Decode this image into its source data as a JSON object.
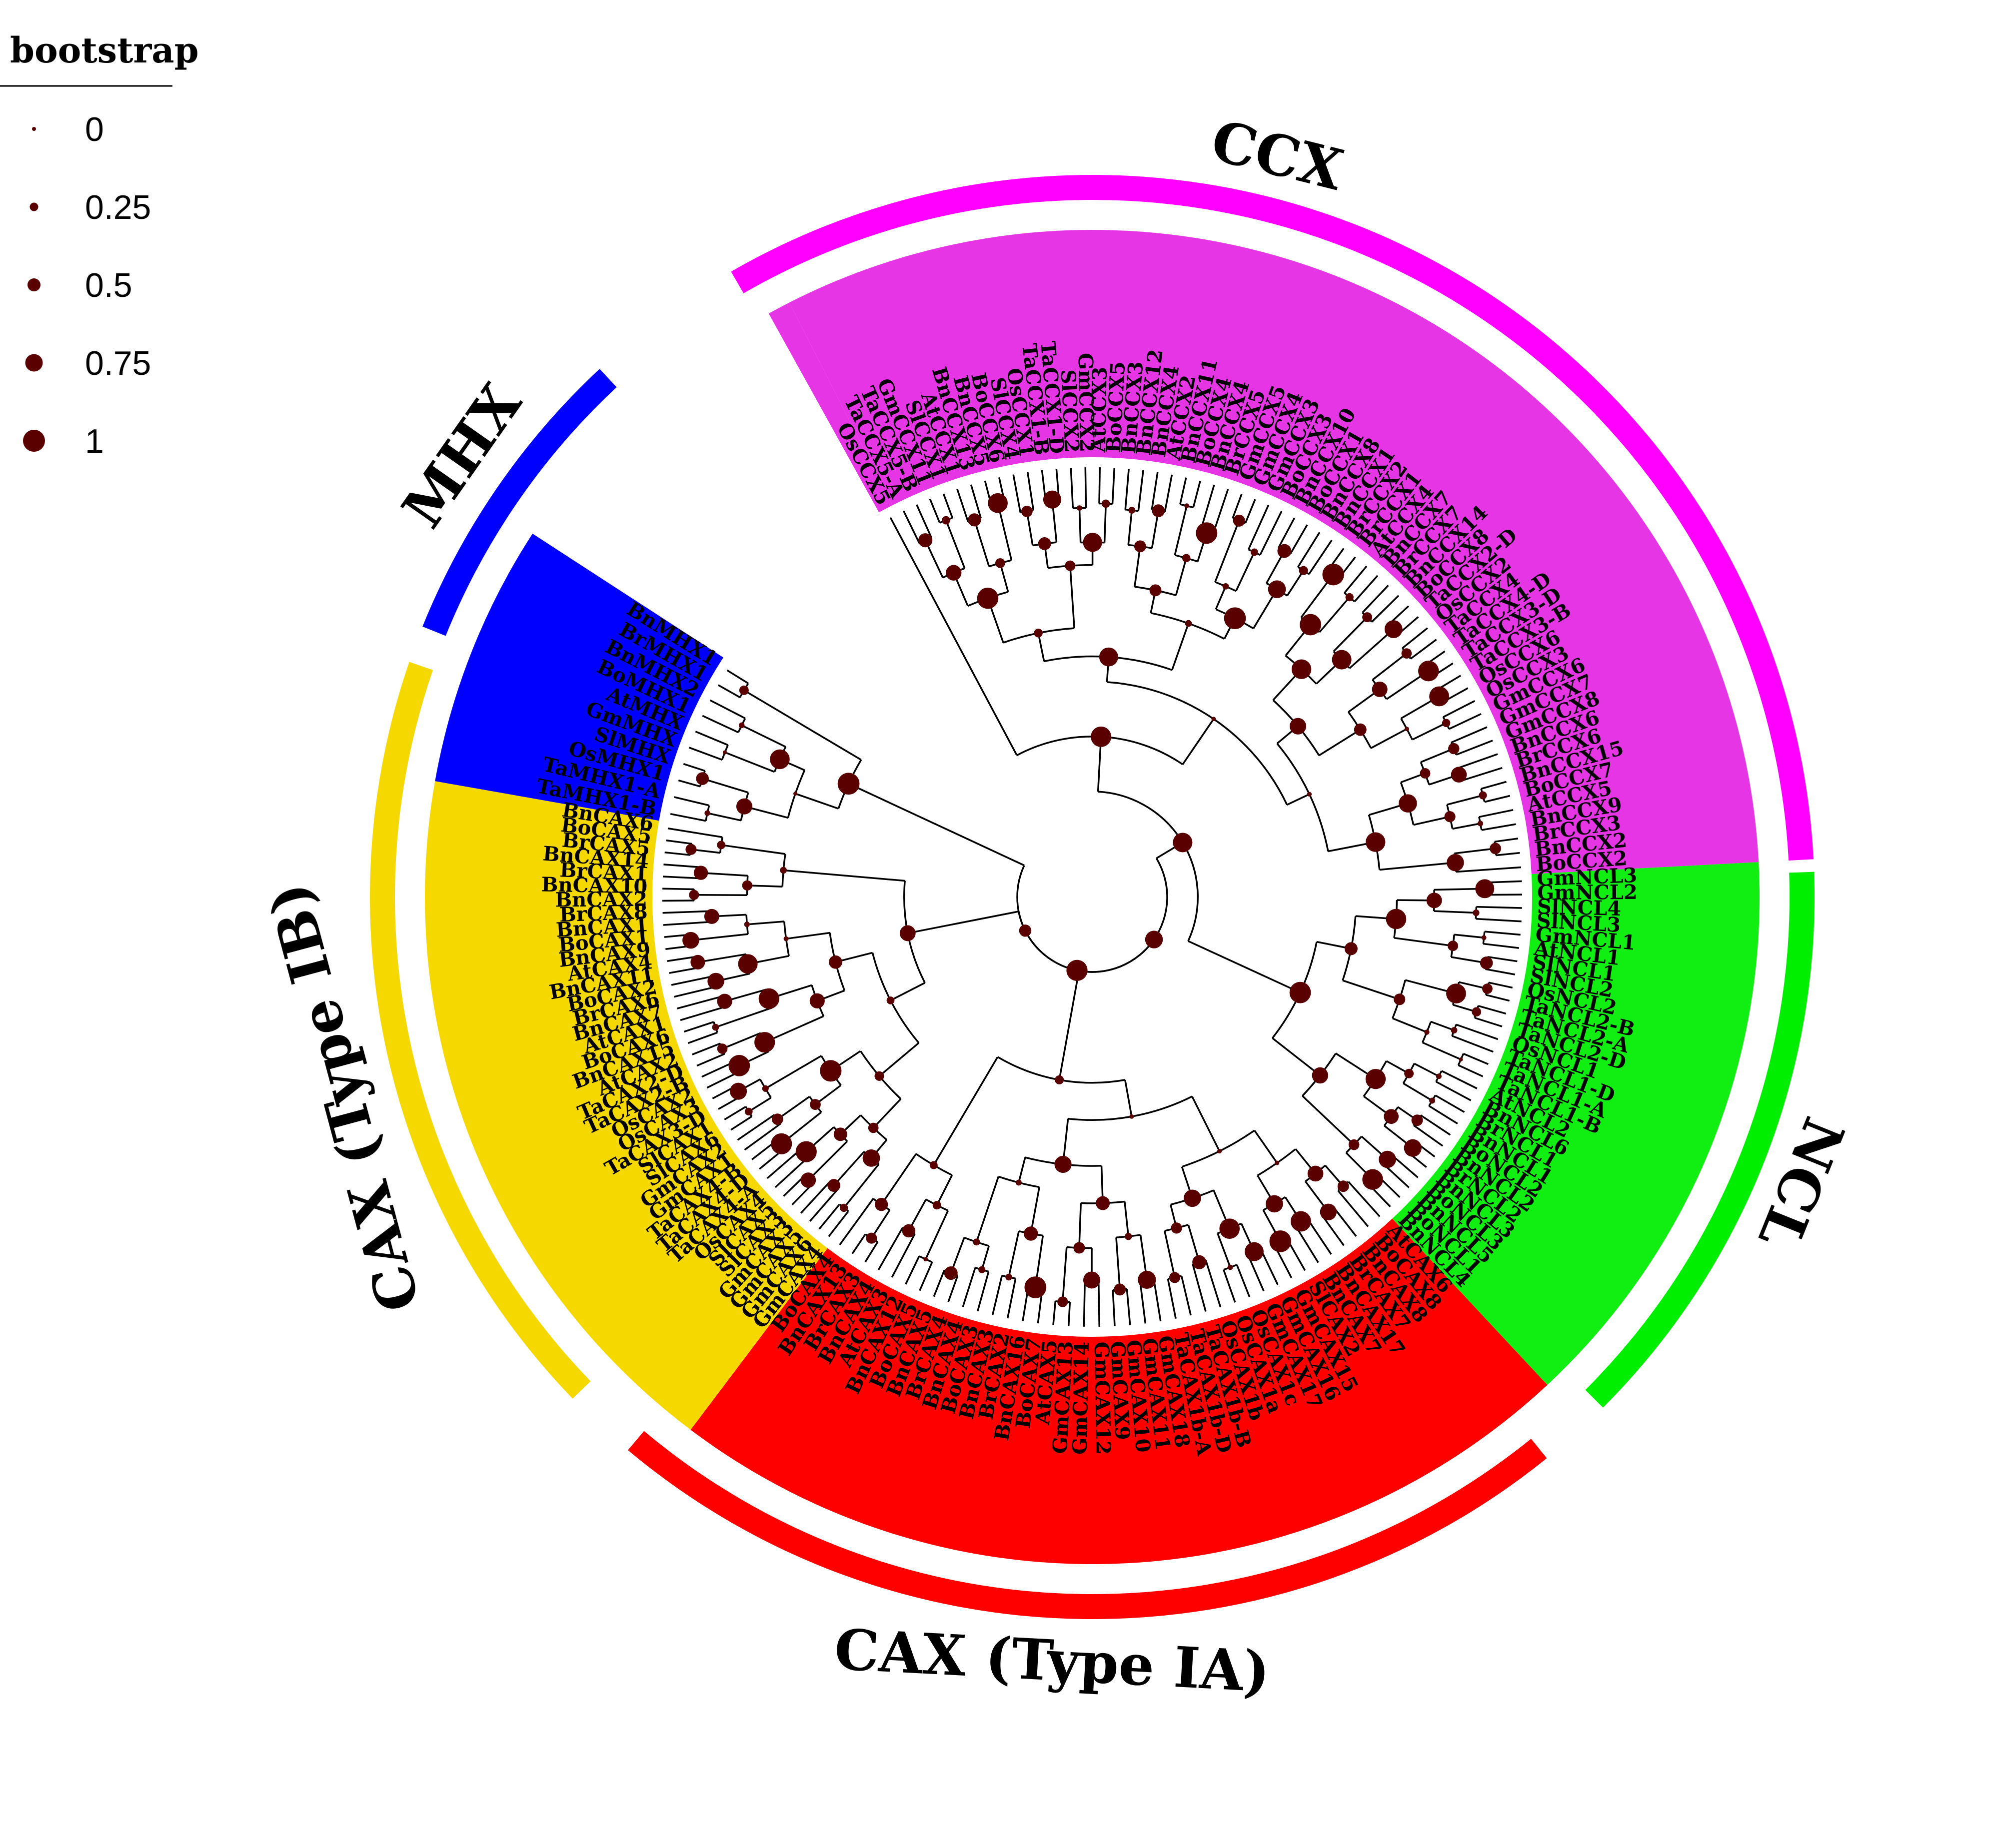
{
  "legend": {
    "title": "bootstrap",
    "items": [
      {
        "label": "0",
        "value": 0
      },
      {
        "label": "0.25",
        "value": 0.25
      },
      {
        "label": "0.5",
        "value": 0.5
      },
      {
        "label": "0.75",
        "value": 0.75
      },
      {
        "label": "1",
        "value": 1
      }
    ]
  },
  "node_color": "#5a0000",
  "clades": [
    {
      "name": "CCX",
      "color": "#ff00ff",
      "background": "#e535e5",
      "leaves": [
        "TaCCX5-A",
        "TaCCX5-B",
        "GmCCX11",
        "SlCCX1",
        "AtCCX1",
        "BnCCX13",
        "BnCCX5",
        "BoCCX6",
        "SlCCX4",
        "OsCCX1",
        "TaCCX1-B",
        "TaCCX1-D",
        "SlCCX2",
        "GmCCX2",
        "AtCCX3",
        "BoCCX5",
        "BnCCX3",
        "BnCCX12",
        "BnCCX4",
        "AtCCX2",
        "BnCCX11",
        "BoCCX4",
        "BnCCX4",
        "BrCCX5",
        "GmCCX5",
        "GmCCX4",
        "GmCCX3",
        "BoCCX3",
        "BnCCX10",
        "BoCCX1",
        "BnCCX8",
        "BnCCX1",
        "BrCCX2",
        "BrCCX1",
        "AtCCX4",
        "BnCCX7",
        "BrCCX7",
        "BnCCX14",
        "BoCCX8",
        "TaCCX2-D",
        "OsCCX2",
        "TaCCX4",
        "TaCCX4-D",
        "TaCCX3-D",
        "TaCCX3-B",
        "OsCCX6",
        "OsCCX3",
        "GmCCX6",
        "GmCCX7",
        "GmCCX8",
        "BnCCX6",
        "BrCCX6",
        "BnCCX15",
        "BoCCX7",
        "AtCCX5",
        "BnCCX9",
        "BrCCX3",
        "BnCCX2",
        "BoCCX2"
      ]
    },
    {
      "name": "NCL",
      "color": "#00ee00",
      "background": "#11ee11",
      "leaves": [
        "GmNCL3",
        "GmNCL2",
        "SlNCL4",
        "SlNCL3",
        "GmNCL1",
        "AtNCL1",
        "SlNCL1",
        "SlNCL2",
        "OsNCL2",
        "TaNCL2-B",
        "TaNCL2-A",
        "TaNCL2-D",
        "OsNCL1",
        "TaNCL1-D",
        "TaNCL1-A",
        "TaNCL1-B",
        "AtNCL2",
        "BnNCL6",
        "BrNCL1",
        "BnNCL1",
        "BoNCL2",
        "BnNCL2",
        "BrNCL2",
        "BnNCL3",
        "BoNCL3",
        "BnNCL5",
        "BoNCL1",
        "BnNCL4"
      ]
    },
    {
      "name": "CAX (Type IA)",
      "color": "#ff0000",
      "background": "#ff0000",
      "leaves": [
        "AtCAX6",
        "BoCAX8",
        "BnCAX8",
        "BrCAX7",
        "BnCAX17",
        "BnCAX7",
        "SlCAX2",
        "GmCAX15",
        "GmCAX16",
        "GmCAX17",
        "OsCAX1c",
        "OsCAX1a",
        "OsCAX1b",
        "TaCAX1b-B",
        "TaCAX1b-D",
        "TaCAX1b-A",
        "GmCAX18",
        "GmCAX11",
        "GmCAX10",
        "GmCAX9",
        "GmCAX12",
        "GmCAX14",
        "GmCAX13",
        "AtCAX5",
        "BoCAX7",
        "BnCAX16",
        "BrCAX2",
        "BnCAX3",
        "BoCAX3",
        "BnCAX4",
        "BrCAX4",
        "BnCAX5",
        "BoCAX5",
        "BnCAX12",
        "AtCAX3",
        "BnCAX4",
        "BrCAX3",
        "BnCAX13",
        "BoCAX4"
      ]
    },
    {
      "name": "CAX (Type IB)",
      "color": "#f5d800",
      "background": "#f5d800",
      "leaves": [
        "GmCAX4",
        "GmCAX6",
        "GmCAX5",
        "GmCAX3",
        "SlCAX3",
        "SlCAX5",
        "OsCAX4",
        "TaCAX4-A",
        "TaCAX4-D",
        "TaCAX4-B",
        "GmCAX1",
        "GmCAX2",
        "SlCAX6",
        "SlCAX1",
        "TaCAX3-D",
        "OsCAX3",
        "OsCAX2",
        "TaCAX2-B",
        "TaCAX2-D",
        "AtCAX2",
        "BnCAX15",
        "BoCAX6",
        "AtCAX1",
        "BnCAX7",
        "BrCAX6",
        "BoCAX2",
        "BnCAX11",
        "AtCAX4",
        "BnCAX9",
        "BoCAX1",
        "BnCAX1",
        "BrCAX8",
        "BnCAX2",
        "BnCAX10",
        "BrCAX1",
        "BnCAX14",
        "BrCAX5",
        "BoCAX5",
        "BnCAX6"
      ]
    },
    {
      "name": "MHX",
      "color": "#0000ff",
      "background": "#0000ff",
      "leaves": [
        "TaMHX1-B",
        "TaMHX1-A",
        "OsMHX1",
        "SlMHX",
        "GmMHX",
        "AtMHX",
        "BoMHX1",
        "BnMHX2",
        "BrMHX1",
        "BnMHX1"
      ]
    },
    {
      "name": "",
      "color": "#ff00ff",
      "background": "#e535e5",
      "leaves": [
        "OsCCX5"
      ]
    }
  ]
}
